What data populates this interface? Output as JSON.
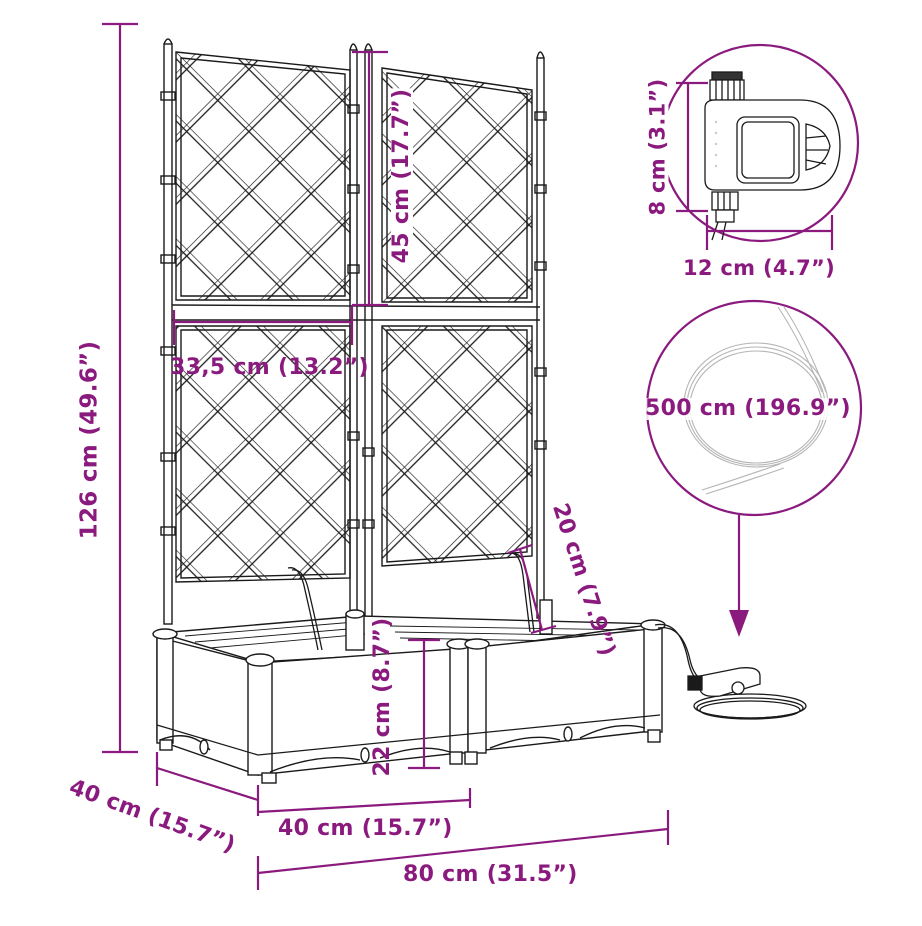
{
  "diagram": {
    "title": "Garden planter with trellis and watering timer – dimensions",
    "accent_color": "#8b1a7e",
    "line_color": "#1a1a1a",
    "dimensions": {
      "total_height": "126 cm (49.6”)",
      "trellis_panel_height": "45 cm (17.7”)",
      "trellis_panel_width": "33,5 cm (13.2”)",
      "emitter_height": "20 cm (7.9”)",
      "box_height": "22 cm (8.7”)",
      "depth": "40 cm (15.7”)",
      "module_width": "40 cm (15.7”)",
      "total_width": "80 cm (31.5”)"
    },
    "timer_detail": {
      "height": "8 cm (3.1”)",
      "width": "12 cm (4.7”)"
    },
    "hose_detail": {
      "length": "500 cm (196.9”)"
    }
  }
}
